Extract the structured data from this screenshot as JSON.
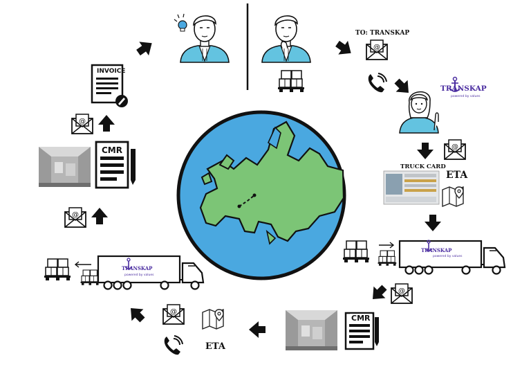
{
  "labels": {
    "to_transkap": "TO: TRANSKAP",
    "truck_card": "TRUCK CARD",
    "eta_right": "ETA",
    "eta_bottom": "ETA"
  },
  "documents": {
    "invoice_title": "INVOICE",
    "cmr_left": "CMR",
    "cmr_right": "CMR"
  },
  "brand": {
    "name": "TRANSKAP",
    "tagline": "powered by values",
    "color": "#4a2ca0"
  },
  "colors": {
    "ocean": "#4aa8e0",
    "land": "#7cc576",
    "person_shirt": "#63c3e0",
    "outline": "#111111"
  },
  "icons": [
    "lightbulb-icon",
    "envelope-icon",
    "phone-icon",
    "pallet-icon",
    "truck-icon",
    "map-icon",
    "arrow-icon",
    "anchor-icon",
    "pen-icon"
  ]
}
